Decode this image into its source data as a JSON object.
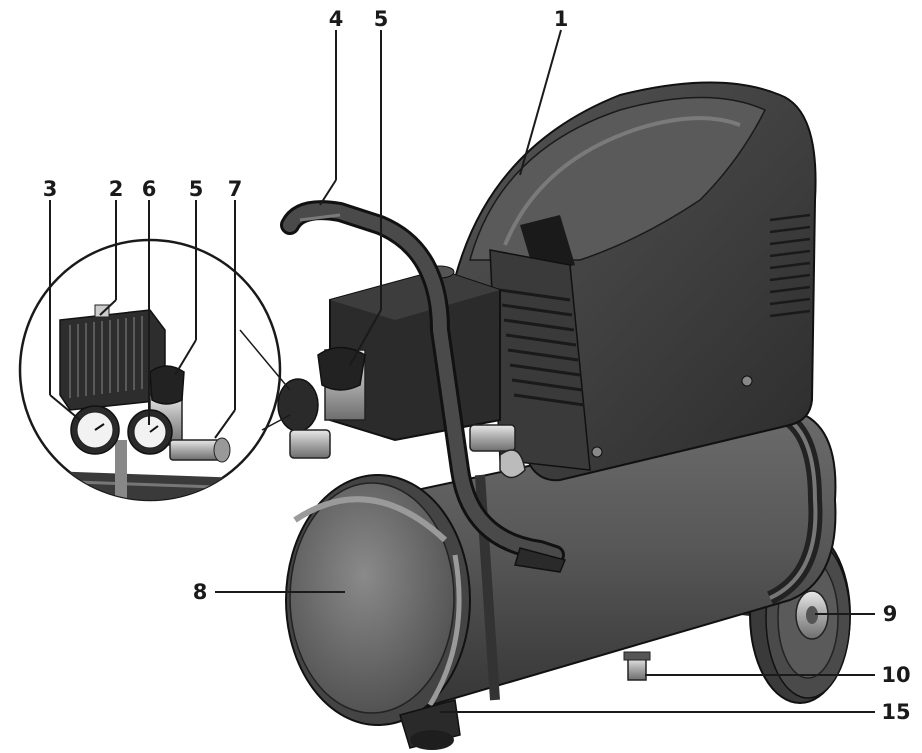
{
  "callouts": {
    "c1": "1",
    "c2": "2",
    "c3": "3",
    "c4": "4",
    "c5_main": "5",
    "c5_inset": "5",
    "c6": "6",
    "c7": "7",
    "c8": "8",
    "c9": "9",
    "c10": "10",
    "c15": "15"
  },
  "colors": {
    "body_dark": "#2e2e2e",
    "body_mid": "#4a4a4a",
    "body_light": "#6a6a6a",
    "tank": "#555555",
    "tank_end": "#7a7a7a",
    "metal": "#bdbdbd",
    "ink": "#1a1a1a"
  }
}
